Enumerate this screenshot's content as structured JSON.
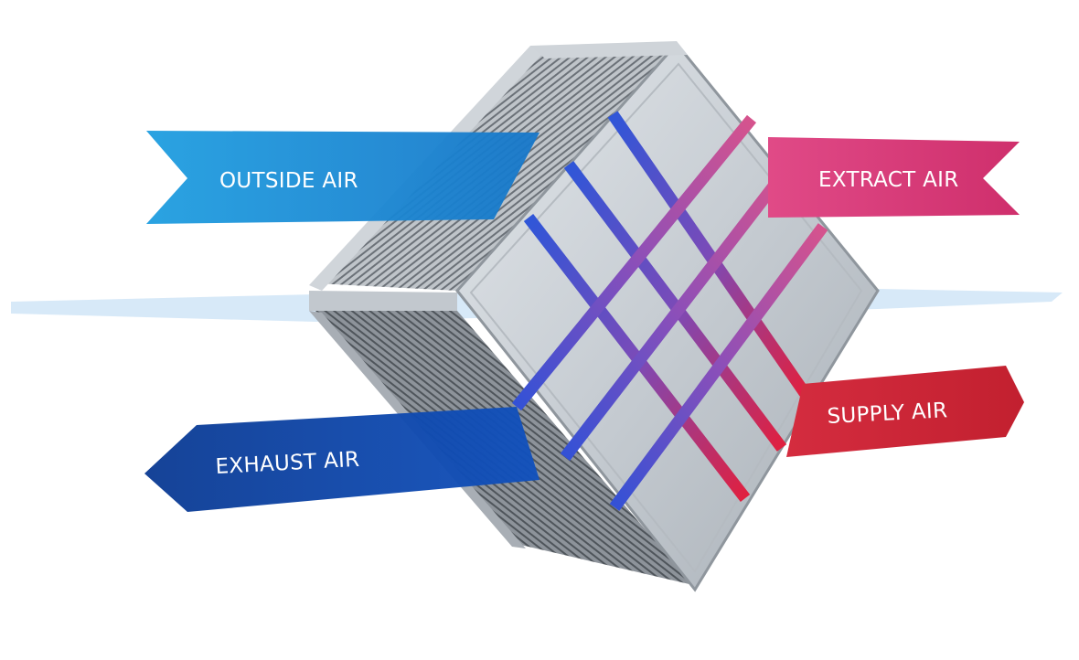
{
  "labels": {
    "outside_air": "OUTSIDE AIR",
    "extract_air": "EXTRACT AIR",
    "exhaust_air": "EXHAUST AIR",
    "supply_air": "SUPPLY AIR"
  },
  "colors": {
    "outside_air": "#1a8fd6",
    "extract_air": "#d83c7a",
    "exhaust_air": "#0b3d9c",
    "supply_air": "#cc2538",
    "plane": "#bcd8f2"
  }
}
